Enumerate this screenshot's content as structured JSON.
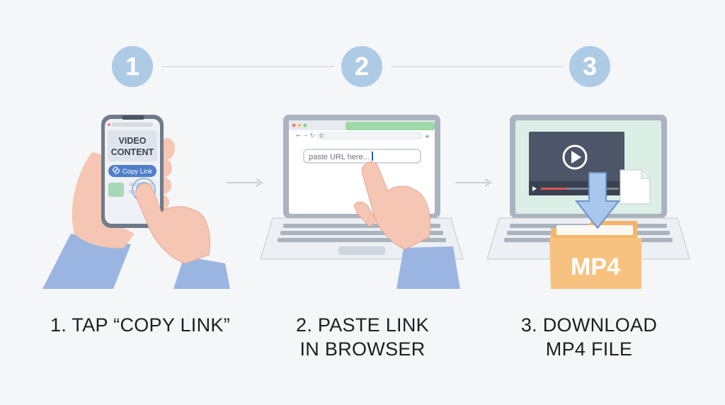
{
  "steps": [
    {
      "number": "1",
      "caption_line1": "1. TAP “COPY LINK”",
      "caption_line2": ""
    },
    {
      "number": "2",
      "caption_line1": "2. PASTE LINK",
      "caption_line2": "IN BROWSER"
    },
    {
      "number": "3",
      "caption_line1": "3. DOWNLOAD",
      "caption_line2": "MP4 FILE"
    }
  ],
  "phone": {
    "content_line1": "VIDEO",
    "content_line2": "CONTENT",
    "copy_button_label": "Copy Link",
    "copy_icon": "link-icon"
  },
  "browser": {
    "url_placeholder": "paste URL here...",
    "icons": [
      "back-icon",
      "forward-icon",
      "refresh-icon",
      "search-icon",
      "menu-icon"
    ]
  },
  "download": {
    "file_label": "MP4",
    "icons": [
      "play-icon",
      "download-arrow-icon",
      "document-icon",
      "folder-icon"
    ]
  },
  "colors": {
    "step_circle": "#aecbe6",
    "sleeve": "#9bb5e3",
    "skin": "#f6c6b4",
    "device_frame": "#aab3bf",
    "folder": "#f7c27f",
    "copy_button": "#4f7fc9"
  }
}
